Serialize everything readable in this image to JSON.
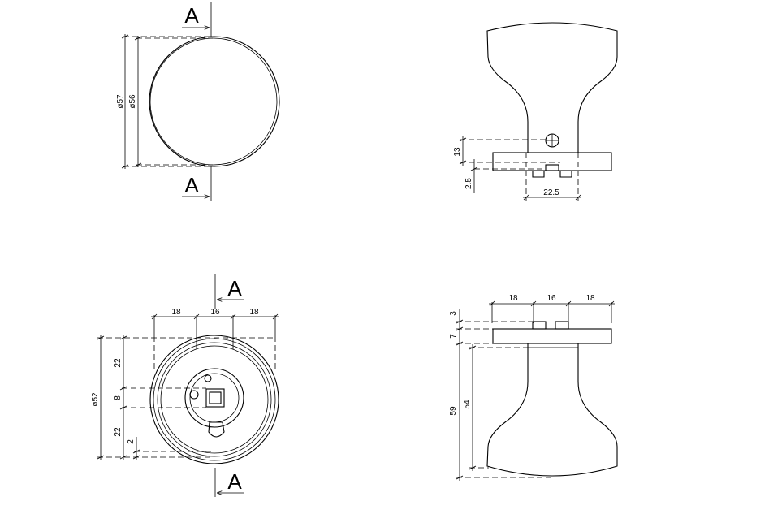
{
  "section_label": "A",
  "front_view": {
    "dia_outer": "ø57",
    "dia_inner": "ø56"
  },
  "side_view": {
    "dim_13": "13",
    "dim_2_5": "2.5",
    "dim_22_5": "22.5"
  },
  "rear_view": {
    "w_left": "18",
    "w_mid": "16",
    "w_right": "18",
    "dia_rose": "ø52",
    "h_top": "22",
    "h_mid": "8",
    "h_bot": "22",
    "h_small": "2"
  },
  "elevation_view": {
    "w_left": "18",
    "w_mid": "16",
    "w_right": "18",
    "dim_3": "3",
    "dim_7": "7",
    "dim_59": "59",
    "dim_54": "54"
  }
}
